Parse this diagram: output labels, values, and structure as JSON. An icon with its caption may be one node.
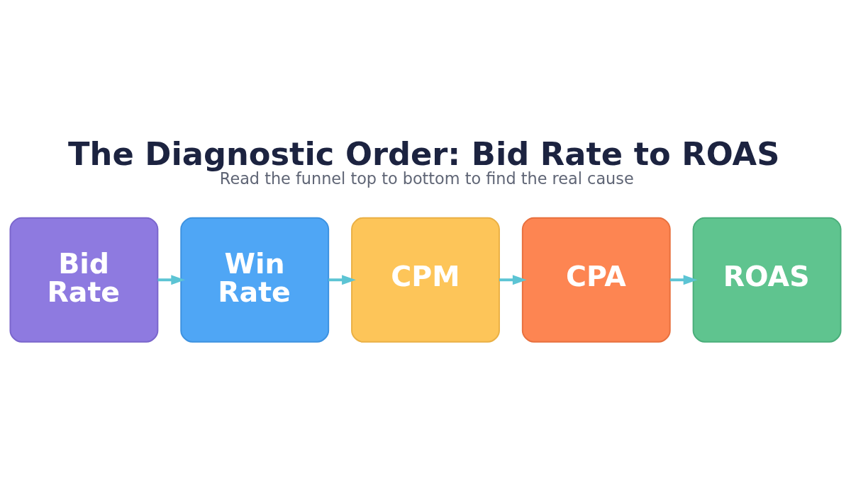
{
  "diagram": {
    "title": "The Diagnostic Order: Bid Rate to ROAS",
    "caption": "Read the funnel top to bottom to find the real cause",
    "nodes": [
      {
        "text": [
          "Bid Rate"
        ]
      },
      {
        "text": [
          "Win Rate"
        ]
      },
      {
        "text": [
          "CPM"
        ]
      },
      {
        "text": [
          "CPA"
        ]
      },
      {
        "text": [
          "ROAS"
        ]
      }
    ],
    "edges": [
      {
        "from": 0,
        "to": 1,
        "arrow": "to"
      },
      {
        "from": 1,
        "to": 2,
        "arrow": "to"
      },
      {
        "from": 2,
        "to": 3,
        "arrow": "to"
      },
      {
        "from": 3,
        "to": 4,
        "arrow": "to"
      }
    ]
  }
}
